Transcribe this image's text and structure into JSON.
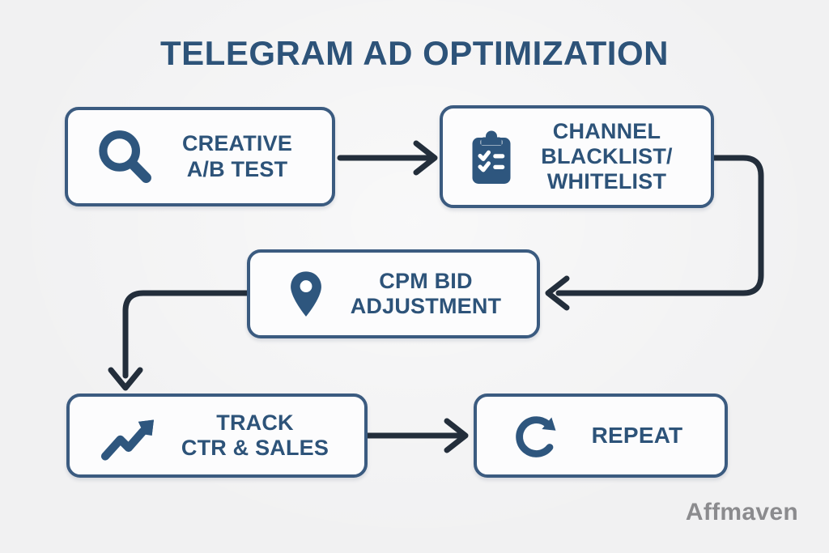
{
  "title": "TELEGRAM AD OPTIMIZATION",
  "watermark": "Affmaven",
  "colors": {
    "background": "#f1f1f2",
    "box_fill": "#fcfcfd",
    "box_border": "#3b5b80",
    "text": "#2d5379",
    "icon": "#2e567e",
    "arrow": "#232e3b",
    "watermark": "#8b8b8e"
  },
  "flow": {
    "boxes": [
      {
        "id": "creative-ab-test",
        "icon": "search-icon",
        "lines": [
          "CREATIVE",
          "A/B TEST"
        ]
      },
      {
        "id": "channel-blacklist-whitelist",
        "icon": "checklist-clipboard-icon",
        "lines": [
          "CHANNEL",
          "BLACKLIST/",
          "WHITELIST"
        ]
      },
      {
        "id": "cpm-bid-adjustment",
        "icon": "location-pin-icon",
        "lines": [
          "CPM BID",
          "ADJUSTMENT"
        ]
      },
      {
        "id": "track-ctr-sales",
        "icon": "trending-up-icon",
        "lines": [
          "TRACK",
          "CTR & SALES"
        ]
      },
      {
        "id": "repeat",
        "icon": "refresh-icon",
        "lines": [
          "REPEAT"
        ]
      }
    ],
    "connections": [
      {
        "from": "creative-ab-test",
        "to": "channel-blacklist-whitelist"
      },
      {
        "from": "channel-blacklist-whitelist",
        "to": "cpm-bid-adjustment"
      },
      {
        "from": "cpm-bid-adjustment",
        "to": "track-ctr-sales"
      },
      {
        "from": "track-ctr-sales",
        "to": "repeat"
      }
    ]
  }
}
